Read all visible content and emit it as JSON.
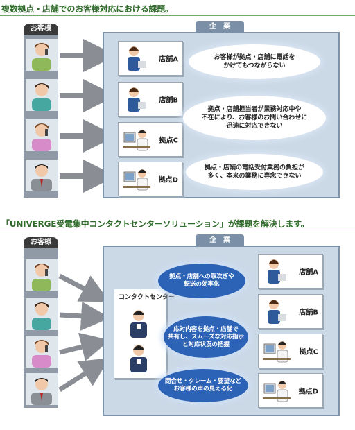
{
  "top": {
    "heading": "複数拠点・店舗でのお客様対応における課題。",
    "customers_tab": "お客様",
    "enterprise_tab": "企　業",
    "stores": [
      {
        "label": "店舗A"
      },
      {
        "label": "店舗B"
      },
      {
        "label": "拠点C"
      },
      {
        "label": "拠点D"
      }
    ],
    "issues": [
      {
        "line1": "お客様が拠点・店舗に電話を",
        "line2": "かけてもつながらない",
        "line3": ""
      },
      {
        "line1": "拠点・店舗担当者が業務対応中や",
        "line2": "不在により、お客様のお問い合わせに",
        "line3": "迅速に対応できない"
      },
      {
        "line1": "拠点・店舗の電話受付業務の負担が",
        "line2": "多く、本来の業務に専念できない",
        "line3": ""
      }
    ]
  },
  "bottom": {
    "heading": "「UNIVERGE受電集中コンタクトセンターソリューション」が課題を解決します。",
    "customers_tab": "お客様",
    "enterprise_tab": "企　業",
    "contact_center": "コンタクトセンター",
    "stores": [
      {
        "label": "店舗A"
      },
      {
        "label": "店舗B"
      },
      {
        "label": "拠点C"
      },
      {
        "label": "拠点D"
      }
    ],
    "benefits": [
      {
        "line1": "拠点・店舗への取次ぎや",
        "line2": "転送の効率化",
        "line3": ""
      },
      {
        "line1": "応対内容を拠点・店舗で",
        "line2": "共有し、スムーズな対応指示",
        "line3": "と対応状況の把握"
      },
      {
        "line1": "問合せ・クレーム・要望など",
        "line2": "お客様の声の見える化",
        "line3": ""
      }
    ]
  },
  "colors": {
    "heading": "#2f6b2a",
    "panel": "#8f9aa6",
    "enterprise": "#cbd8e6",
    "accent_blue": "#2d63b7"
  }
}
